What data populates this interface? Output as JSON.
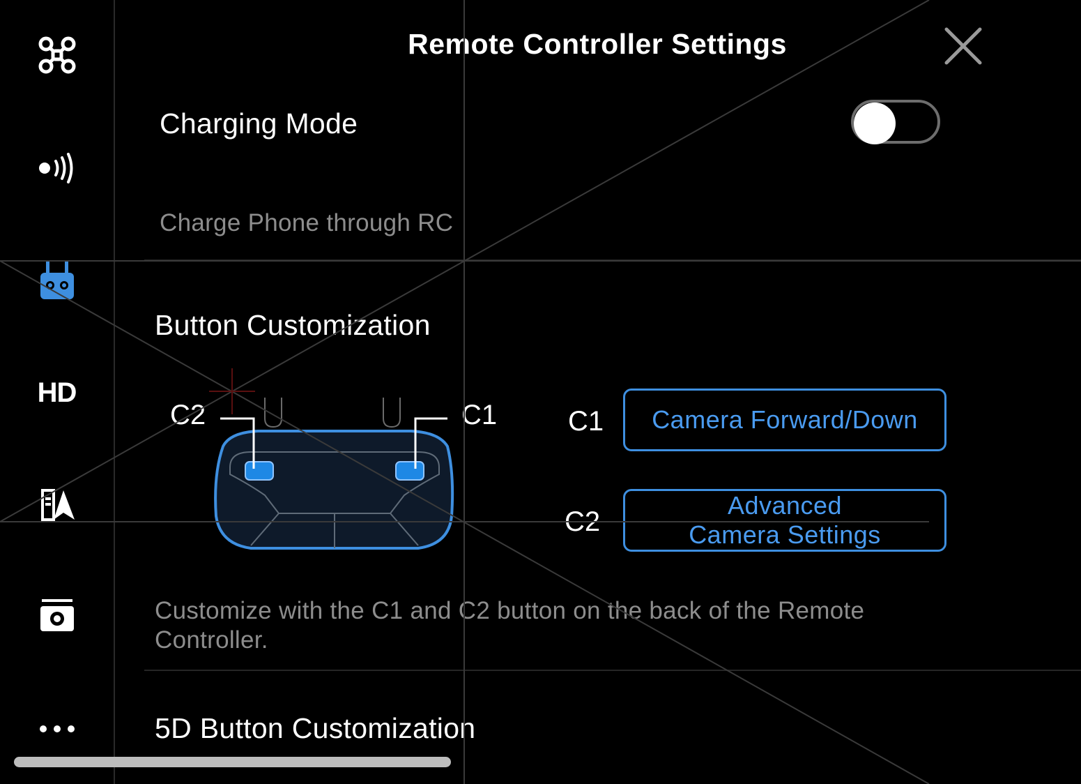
{
  "header": {
    "title": "Remote Controller Settings",
    "close_icon": "close-icon"
  },
  "sidebar": {
    "items": [
      {
        "icon": "drone-icon",
        "active": false
      },
      {
        "icon": "signal-icon",
        "active": false
      },
      {
        "icon": "remote-controller-icon",
        "active": true
      },
      {
        "icon": "hd-icon",
        "label": "HD",
        "active": false
      },
      {
        "icon": "battery-icon",
        "active": false
      },
      {
        "icon": "camera-icon",
        "active": false
      },
      {
        "icon": "more-icon",
        "active": false
      }
    ]
  },
  "charging": {
    "label": "Charging Mode",
    "toggle_on": false,
    "sub_label": "Charge Phone through RC"
  },
  "button_customization": {
    "heading": "Button Customization",
    "diagram": {
      "c2_label": "C2",
      "c1_label": "C1"
    },
    "c1": {
      "tag": "C1",
      "value": "Camera Forward/Down"
    },
    "c2": {
      "tag": "C2",
      "value_line1": "Advanced",
      "value_line2": "Camera Settings"
    },
    "description": "Customize with the C1 and C2 button on the back of the Remote Controller."
  },
  "five_d": {
    "label": "5D Button Customization"
  },
  "colors": {
    "accent": "#3e8fe0",
    "background": "#000000",
    "muted_text": "#8d8d8d"
  }
}
